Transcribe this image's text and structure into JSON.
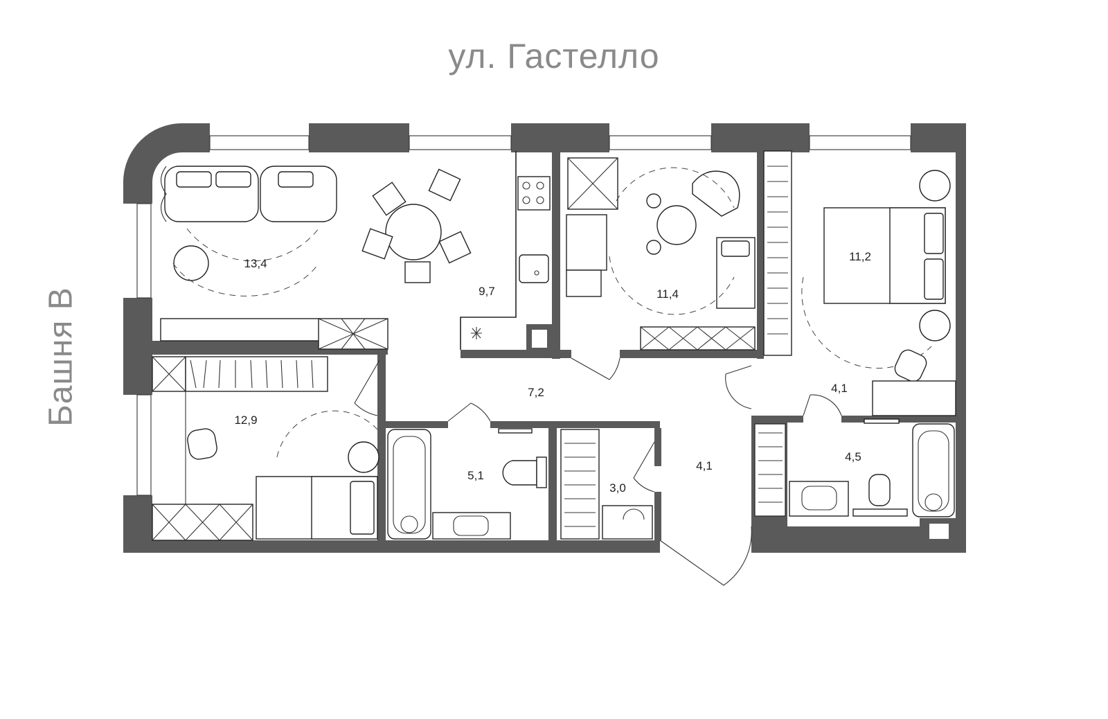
{
  "street": "ул. Гастелло",
  "tower": "Башня В",
  "rooms": [
    {
      "id": "living",
      "area": "13,4"
    },
    {
      "id": "kitchen",
      "area": "9,7"
    },
    {
      "id": "bedroom-middle",
      "area": "11,4"
    },
    {
      "id": "bedroom-right",
      "area": "11,2"
    },
    {
      "id": "bedroom-left",
      "area": "12,9"
    },
    {
      "id": "hall",
      "area": "7,2"
    },
    {
      "id": "corridor-right",
      "area": "4,1"
    },
    {
      "id": "bathroom-left",
      "area": "5,1"
    },
    {
      "id": "wardrobe",
      "area": "3,0"
    },
    {
      "id": "entrance",
      "area": "4,1"
    },
    {
      "id": "bathroom-right",
      "area": "4,5"
    }
  ],
  "colors": {
    "wall": "#5a5a5a",
    "label": "#8a8a8a",
    "line": "#222222"
  }
}
